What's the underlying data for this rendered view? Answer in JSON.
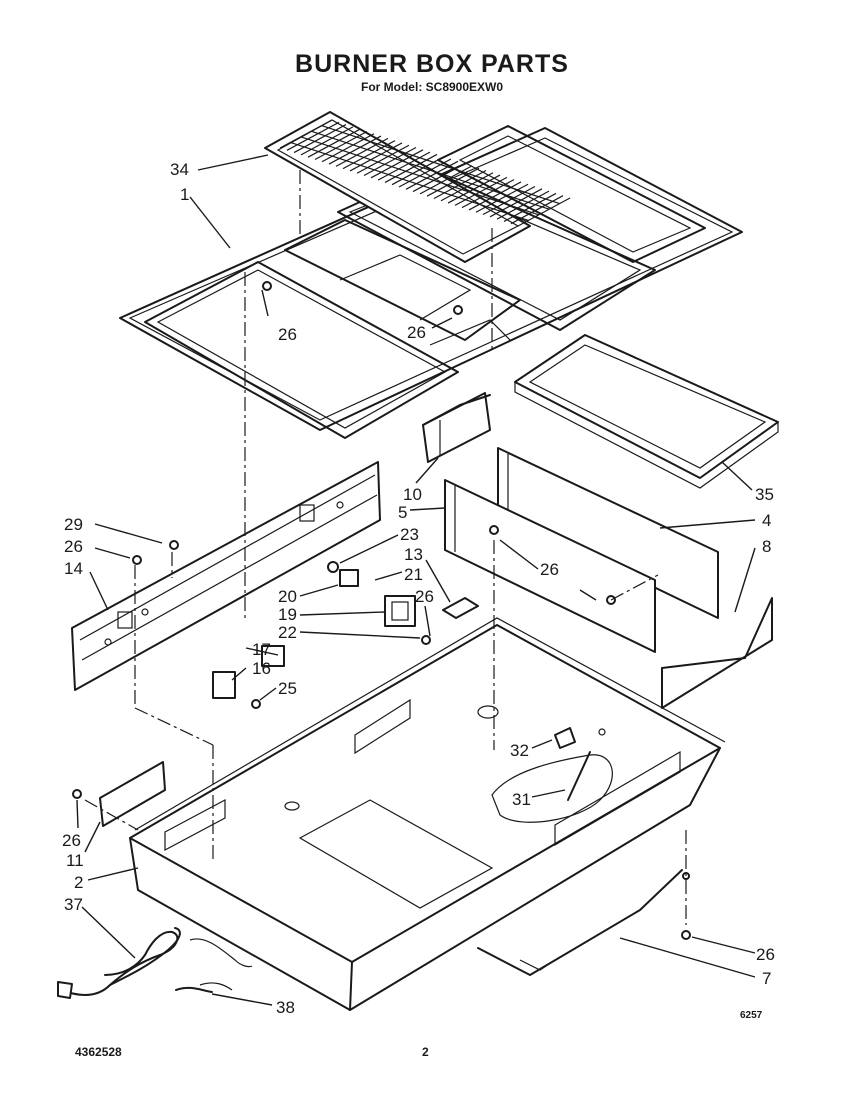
{
  "header": {
    "title": "BURNER BOX PARTS",
    "subtitle": "For Model: SC8900EXW0"
  },
  "footer": {
    "part_number": "4362528",
    "page_number": "2",
    "figure_code": "6257"
  },
  "callouts": [
    {
      "id": "c34",
      "text": "34"
    },
    {
      "id": "c1",
      "text": "1"
    },
    {
      "id": "c26a",
      "text": "26"
    },
    {
      "id": "c26b",
      "text": "26"
    },
    {
      "id": "c35",
      "text": "35"
    },
    {
      "id": "c10",
      "text": "10"
    },
    {
      "id": "c5",
      "text": "5"
    },
    {
      "id": "c4",
      "text": "4"
    },
    {
      "id": "c8",
      "text": "8"
    },
    {
      "id": "c29",
      "text": "29"
    },
    {
      "id": "c26c",
      "text": "26"
    },
    {
      "id": "c14",
      "text": "14"
    },
    {
      "id": "c23",
      "text": "23"
    },
    {
      "id": "c13",
      "text": "13"
    },
    {
      "id": "c21",
      "text": "21"
    },
    {
      "id": "c20",
      "text": "20"
    },
    {
      "id": "c26d",
      "text": "26"
    },
    {
      "id": "c19",
      "text": "19"
    },
    {
      "id": "c22",
      "text": "22"
    },
    {
      "id": "c26e",
      "text": "26"
    },
    {
      "id": "c17",
      "text": "17"
    },
    {
      "id": "c16",
      "text": "16"
    },
    {
      "id": "c25",
      "text": "25"
    },
    {
      "id": "c32",
      "text": "32"
    },
    {
      "id": "c31",
      "text": "31"
    },
    {
      "id": "c26f",
      "text": "26"
    },
    {
      "id": "c11",
      "text": "11"
    },
    {
      "id": "c2",
      "text": "2"
    },
    {
      "id": "c37",
      "text": "37"
    },
    {
      "id": "c38",
      "text": "38"
    },
    {
      "id": "c26g",
      "text": "26"
    },
    {
      "id": "c7",
      "text": "7"
    }
  ]
}
